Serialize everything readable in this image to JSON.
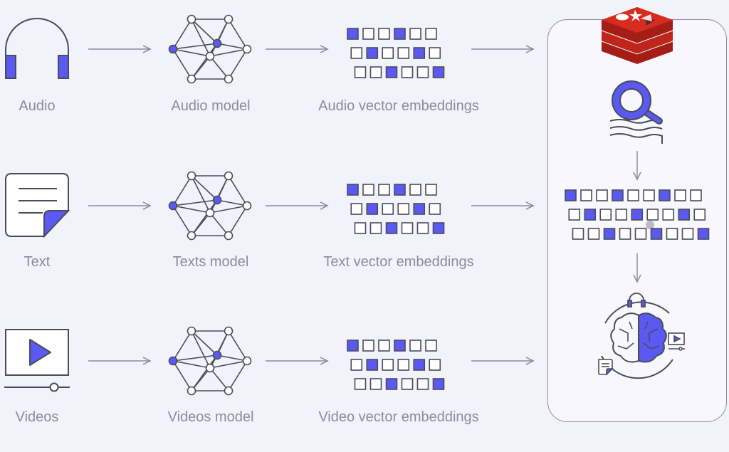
{
  "rows": [
    {
      "source_label": "Audio",
      "model_label": "Audio model",
      "embedding_label": "Audio vector embeddings"
    },
    {
      "source_label": "Text",
      "model_label": "Texts model",
      "embedding_label": "Text vector embeddings"
    },
    {
      "source_label": "Videos",
      "model_label": "Videos model",
      "embedding_label": "Video vector embeddings"
    }
  ],
  "colors": {
    "accent": "#5a5af2",
    "stroke": "#4a4d57",
    "arrow": "#8a8d96",
    "label": "#8a8d96",
    "redis": "#d82c20",
    "background": "#f2f2fb"
  },
  "icons": {
    "audio": "headphones-icon",
    "text": "document-icon",
    "video": "video-player-icon",
    "model": "neural-network-icon",
    "embeddings": "vector-grid-icon",
    "database": "redis-logo",
    "search": "vector-search-icon",
    "output": "multimodal-brain-icon"
  }
}
